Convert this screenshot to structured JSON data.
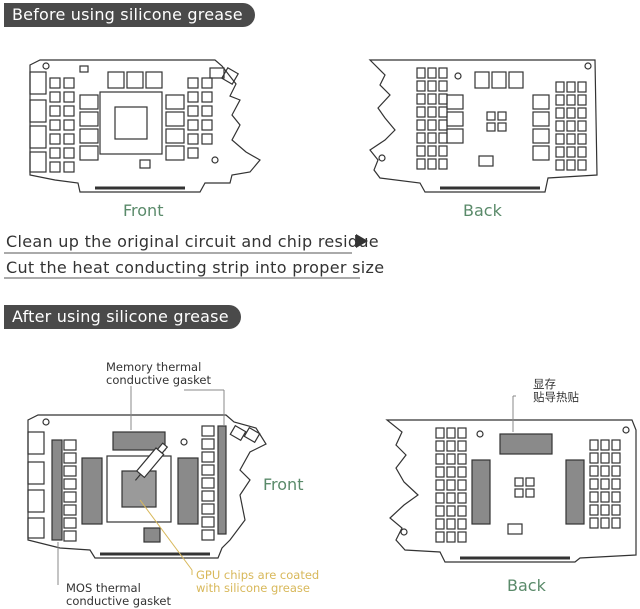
{
  "sections": {
    "before_title": "Before using silicone grease",
    "after_title": "After using silicone grease"
  },
  "labels": {
    "front_1": "Front",
    "back_1": "Back",
    "front_2": "Front",
    "back_2": "Back"
  },
  "steps": {
    "step1": "Clean up the original circuit and chip residue",
    "step2": "Cut the heat conducting strip into proper size"
  },
  "annotations": {
    "memory_line1": "Memory thermal",
    "memory_line2": "conductive gasket",
    "mos_line1": "MOS thermal",
    "mos_line2": "conductive gasket",
    "gpu_line1": "GPU chips are coated",
    "gpu_line2": "with silicone grease",
    "cn_line1": "显存",
    "cn_line2": "贴导热贴"
  },
  "colors": {
    "pill_bg": "#4a4a4a",
    "label_green": "#5a8a6a",
    "annotation_yellow": "#d8b85a",
    "pad_gray": "#8a8a8a"
  }
}
